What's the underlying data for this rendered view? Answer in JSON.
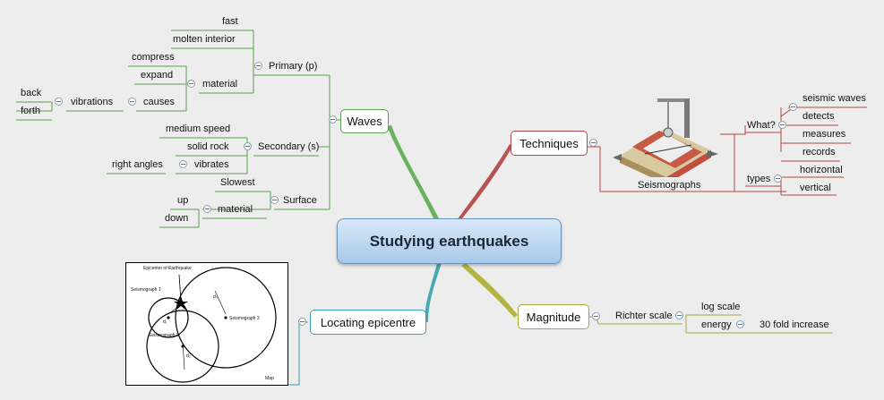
{
  "central": {
    "label": "Studying earthquakes"
  },
  "branches": {
    "waves": {
      "label": "Waves",
      "color": "#5aa050",
      "primary": {
        "label": "Primary (p)",
        "fast": "fast",
        "molten_interior": "molten interior",
        "material": "material",
        "compress": "compress",
        "expand": "expand",
        "causes": "causes",
        "vibrations": "vibrations",
        "back": "back",
        "forth": "forth"
      },
      "secondary": {
        "label": "Secondary (s)",
        "medium_speed": "medium speed",
        "solid_rock": "solid rock",
        "vibrates": "vibrates",
        "right_angles": "right angles"
      },
      "surface": {
        "label": "Surface",
        "slowest": "Slowest",
        "material": "material",
        "up": "up",
        "down": "down"
      }
    },
    "techniques": {
      "label": "Techniques",
      "color": "#b04848",
      "image_caption": "Seismographs",
      "what": {
        "label": "What?",
        "items": [
          "seismic waves",
          "detects",
          "measures",
          "records"
        ]
      },
      "types": {
        "label": "types",
        "items": [
          "horizontal",
          "vertical"
        ]
      }
    },
    "magnitude": {
      "label": "Magnitude",
      "color": "#a8a83c",
      "richter_scale": "Richter scale",
      "log_scale": "log scale",
      "energy": "energy",
      "thirty_fold": "30 fold increase"
    },
    "locating": {
      "label": "Locating epicentre",
      "color": "#3aa0a8",
      "map": {
        "epicenter_label": "Epicenter of Earthquake",
        "seismograph1": "Seismograph 1",
        "seismograph2": "Seismograph 2",
        "seismograph3": "Seismograph 3",
        "map_label": "Map",
        "d1": "d₁",
        "d2": "d₂",
        "d3": "d₃"
      }
    }
  }
}
